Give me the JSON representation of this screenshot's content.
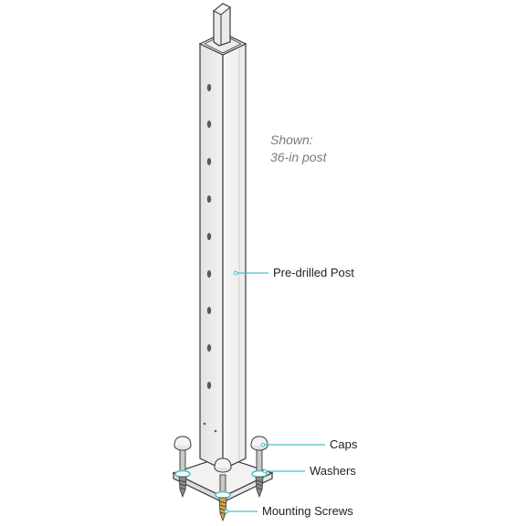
{
  "note": {
    "line1": "Shown:",
    "line2": "36-in post"
  },
  "callouts": {
    "post": "Pre-drilled Post",
    "caps": "Caps",
    "washers": "Washers",
    "screws": "Mounting Screws"
  },
  "colors": {
    "leader": "#4bbfc4",
    "outline": "#3a3a3a",
    "post_face": "#f4f4f4",
    "post_side": "#e6e6e6",
    "screw_shaft": "#8a8a8a",
    "screw_gold": "#c9a84a",
    "washer_teal": "#4bbfc4"
  }
}
